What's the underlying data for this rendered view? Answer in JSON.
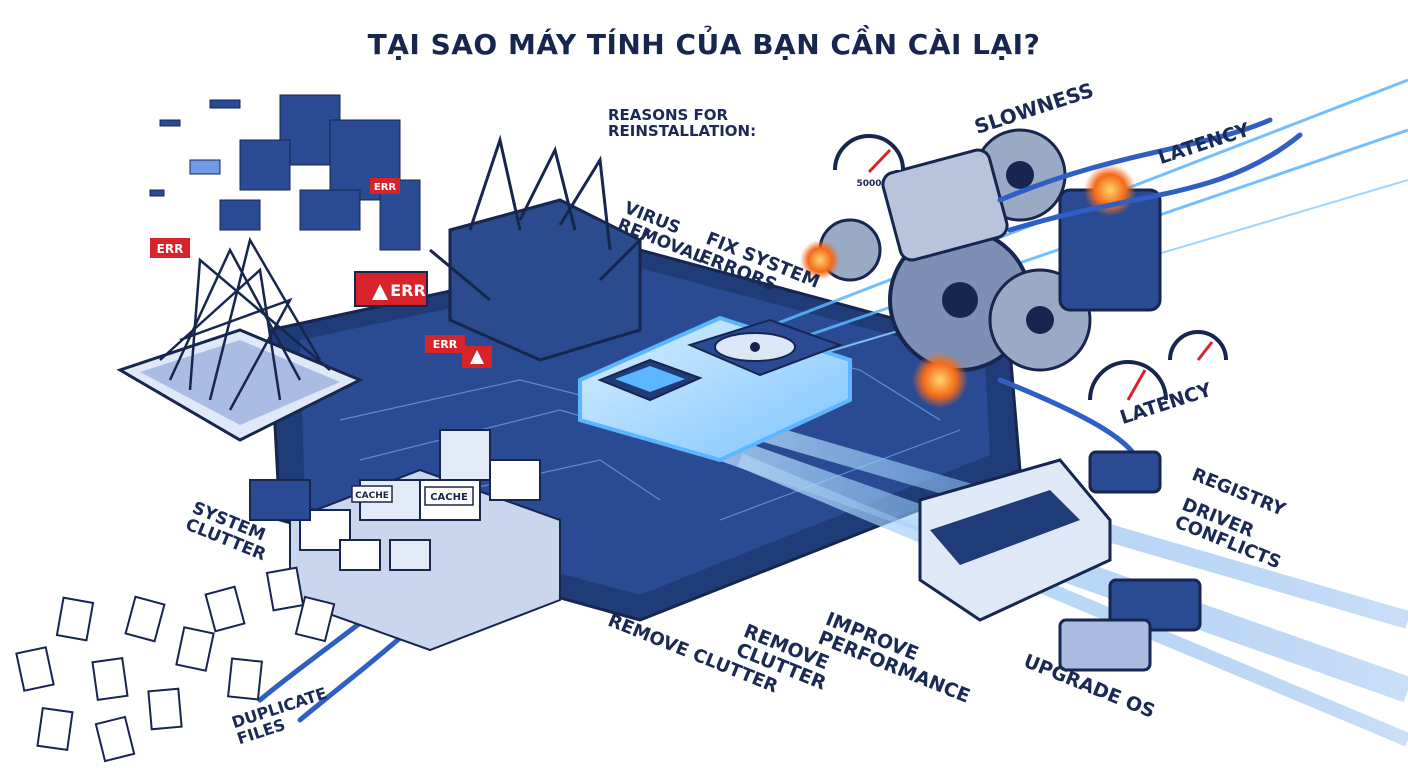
{
  "title": "TẠI SAO MÁY TÍNH CỦA BẠN CẦN CÀI LẠI?",
  "subtitle": "REASONS FOR\nREINSTALLATION:",
  "labels": {
    "virus_removal": "VIRUS\nREMOVAL",
    "fix_system_errors": "FIX SYSTEM\nERRORS",
    "slowness": "SLOWNESS",
    "latency_top": "LATENCY",
    "latency_bottom": "LATENCY",
    "registry": "REGISTRY",
    "driver_conflicts": "DRIVER\nCONFLICTS",
    "system_clutter": "SYSTEM\nCLUTTER",
    "duplicate_files": "DUPLICATE\nFILES",
    "remove_clutter_left": "REMOVE CLUTTER",
    "remove_clutter_mid": "REMOVE\nCLUTTER",
    "improve_performance": "IMPROVE\nPERFORMANCE",
    "upgrade_os": "UPGRADE OS"
  },
  "badges": {
    "err": "ERR",
    "cache": "CACHE",
    "gauge_value": "5000"
  },
  "colors": {
    "navy": "#16264f",
    "blue": "#2f5fc4",
    "glow": "#5cb6ff",
    "error_red": "#d8232a",
    "fire": "#f26a1b"
  }
}
